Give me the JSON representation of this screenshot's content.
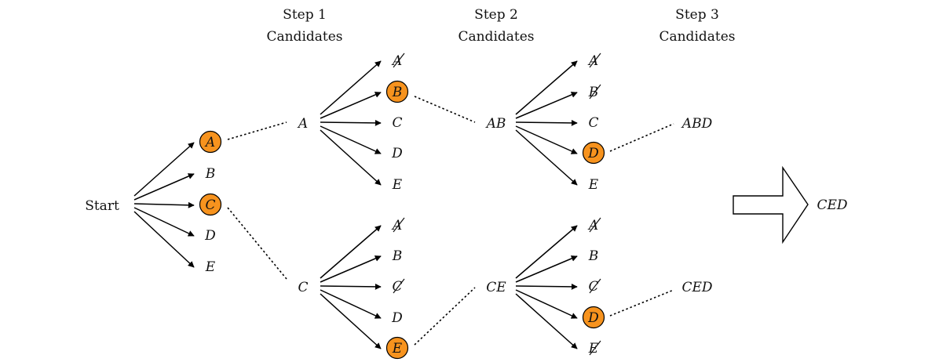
{
  "headers": {
    "step1": [
      "Step 1",
      "Candidates"
    ],
    "step2": [
      "Step 2",
      "Candidates"
    ],
    "step3": [
      "Step 3",
      "Candidates"
    ]
  },
  "start_label": "Start",
  "result_label": "CED",
  "colors": {
    "selected_fill": "#f7931e",
    "stroke": "#000000"
  },
  "step0": {
    "candidates": [
      {
        "label": "A",
        "selected": true
      },
      {
        "label": "B"
      },
      {
        "label": "C",
        "selected": true
      },
      {
        "label": "D"
      },
      {
        "label": "E"
      }
    ]
  },
  "step1_upper": {
    "prefix": "A",
    "candidates": [
      {
        "label": "A",
        "struck": true
      },
      {
        "label": "B",
        "selected": true
      },
      {
        "label": "C"
      },
      {
        "label": "D"
      },
      {
        "label": "E"
      }
    ]
  },
  "step1_lower": {
    "prefix": "C",
    "candidates": [
      {
        "label": "A",
        "struck": true
      },
      {
        "label": "B"
      },
      {
        "label": "C",
        "struck": true
      },
      {
        "label": "D"
      },
      {
        "label": "E",
        "selected": true
      }
    ]
  },
  "step2_upper": {
    "prefix": "AB",
    "candidates": [
      {
        "label": "A",
        "struck": true
      },
      {
        "label": "B",
        "struck": true
      },
      {
        "label": "C"
      },
      {
        "label": "D",
        "selected": true
      },
      {
        "label": "E"
      }
    ]
  },
  "step2_lower": {
    "prefix": "CE",
    "candidates": [
      {
        "label": "A",
        "struck": true
      },
      {
        "label": "B"
      },
      {
        "label": "C",
        "struck": true
      },
      {
        "label": "D",
        "selected": true
      },
      {
        "label": "E",
        "struck": true
      }
    ]
  },
  "step3": {
    "upper": "ABD",
    "lower": "CED"
  }
}
